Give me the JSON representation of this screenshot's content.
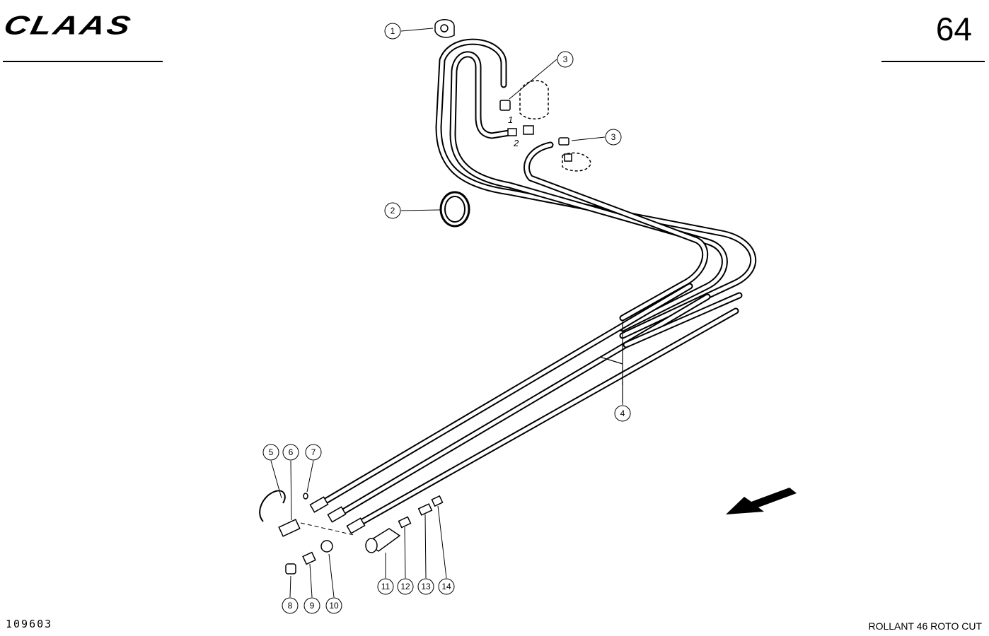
{
  "header": {
    "brand": "CLAAS",
    "page_number": "64"
  },
  "footer": {
    "drawing_number": "109603",
    "model": "ROLLANT 46 ROTO CUT"
  },
  "diagram": {
    "callouts": [
      "1",
      "2",
      "3",
      "3",
      "4",
      "5",
      "6",
      "7",
      "8",
      "9",
      "10",
      "11",
      "12",
      "13",
      "14"
    ],
    "inline_labels": [
      "1",
      "2"
    ]
  }
}
